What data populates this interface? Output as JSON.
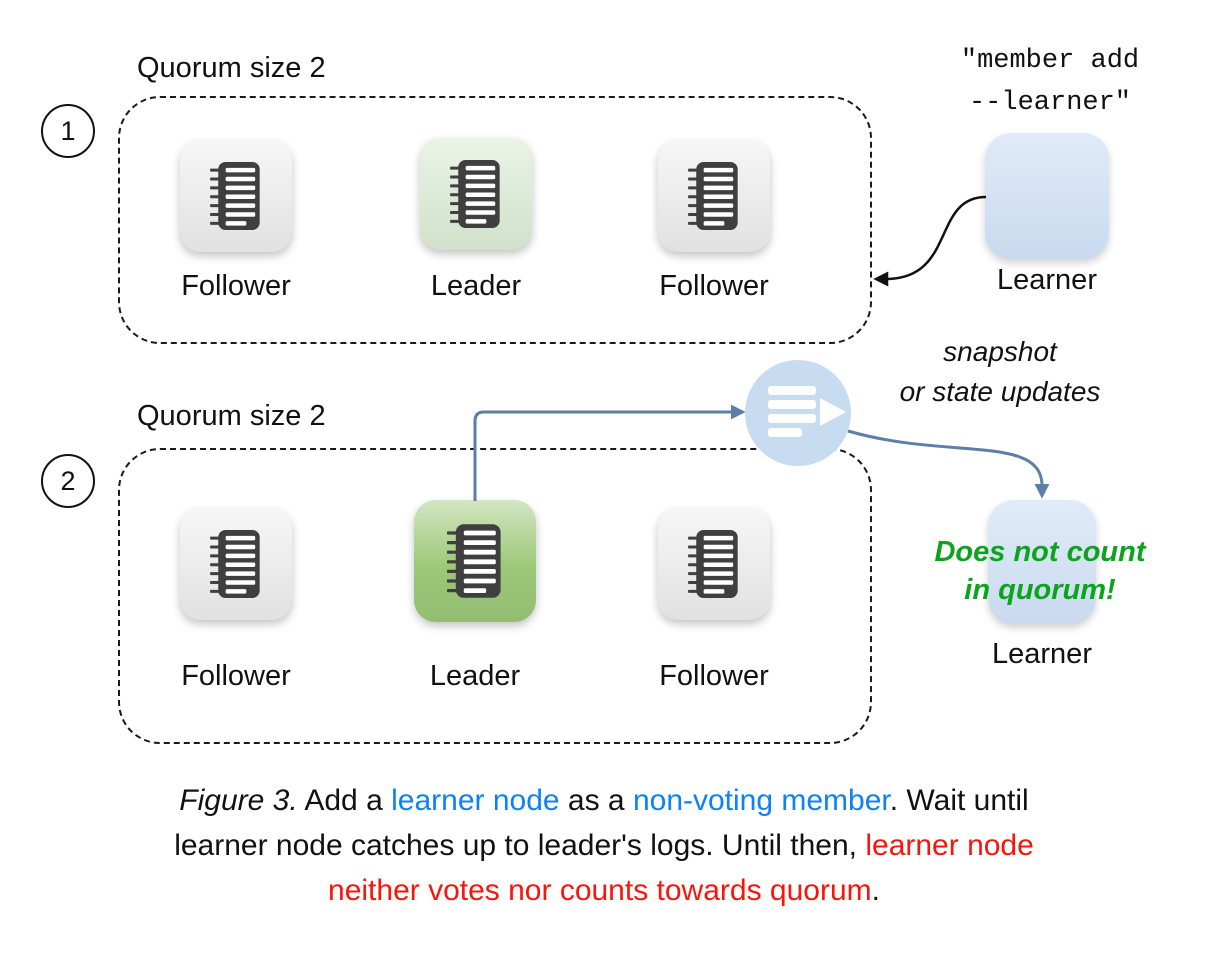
{
  "colors": {
    "accent_blue": "#0d82f5",
    "accent_red": "#f7150d",
    "accent_green": "#0da31f",
    "line_blue": "#5b7fa7",
    "line_black": "#111111",
    "learner_fill": "#cfe1f6",
    "follower_fill": "#ededed",
    "leader_fill_light": "#d9ead3",
    "leader_fill_strong": "#9cc878",
    "snap_fill": "#c7dbf1"
  },
  "step1": {
    "badge": "1",
    "quorum_label": "Quorum size 2",
    "nodes": [
      {
        "label": "Follower"
      },
      {
        "label": "Leader"
      },
      {
        "label": "Follower"
      }
    ],
    "command_line1": "\"member add",
    "command_line2": "--learner\"",
    "learner_label": "Learner"
  },
  "step2": {
    "badge": "2",
    "quorum_label": "Quorum size 2",
    "nodes": [
      {
        "label": "Follower"
      },
      {
        "label": "Leader"
      },
      {
        "label": "Follower"
      }
    ],
    "transfer_line1": "snapshot",
    "transfer_line2": "or state updates",
    "note_line1": "Does not count",
    "note_line2": "in quorum!",
    "learner_label": "Learner"
  },
  "caption": {
    "lines": [
      [
        {
          "text": "Figure 3.",
          "style": "italic"
        },
        {
          "text": " Add a ",
          "style": "plain"
        },
        {
          "text": "learner node",
          "style": "blue"
        },
        {
          "text": " as a ",
          "style": "plain"
        },
        {
          "text": "non-voting member",
          "style": "blue"
        },
        {
          "text": ". Wait until",
          "style": "plain"
        }
      ],
      [
        {
          "text": "learner node catches up to leader's logs. Until then, ",
          "style": "plain"
        },
        {
          "text": "learner node",
          "style": "red"
        }
      ],
      [
        {
          "text": "neither votes nor counts towards quorum",
          "style": "red"
        },
        {
          "text": ".",
          "style": "plain"
        }
      ]
    ]
  }
}
